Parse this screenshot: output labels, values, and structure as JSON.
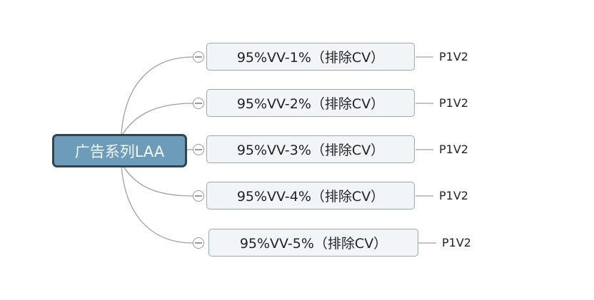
{
  "root": {
    "label": "广告系列LAA"
  },
  "children": [
    {
      "label": "95%VV-1%（排除CV）",
      "tag": "P1V2"
    },
    {
      "label": "95%VV-2%（排除CV）",
      "tag": "P1V2"
    },
    {
      "label": "95%VV-3%（排除CV）",
      "tag": "P1V2"
    },
    {
      "label": "95%VV-4%（排除CV）",
      "tag": "P1V2"
    },
    {
      "label": "95%VV-5%（排除CV）",
      "tag": "P1V2"
    }
  ]
}
